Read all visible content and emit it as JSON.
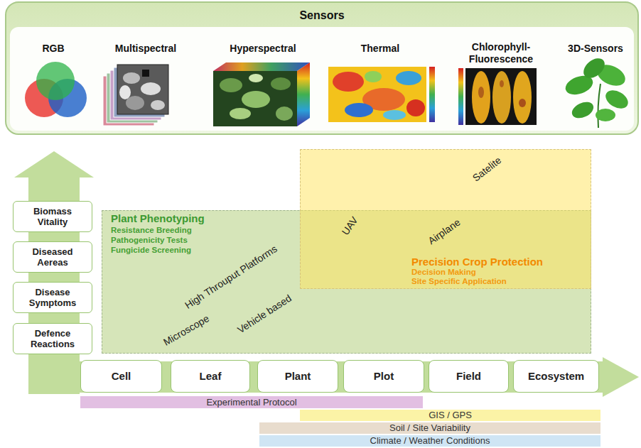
{
  "diagram": {
    "nodes": [
      {
        "text": [
          "Sensors"
        ]
      },
      {
        "text": [
          "Biomass Vitality"
        ]
      },
      {
        "text": [
          "Diseased Aereas"
        ]
      },
      {
        "text": [
          "Disease Symptoms"
        ]
      },
      {
        "text": [
          "Defence Reactions"
        ]
      },
      {
        "text": [
          "Plant Phenotyping",
          "Resistance Breeding",
          "Pathogenicity Tests",
          "Fungicide Screening"
        ]
      },
      {
        "text": [
          "Precision Crop Protection",
          "Decision Making",
          "Site Specific Application"
        ]
      },
      {
        "text": [
          "Cell"
        ]
      },
      {
        "text": [
          "Leaf"
        ]
      },
      {
        "text": [
          "Plant"
        ]
      },
      {
        "text": [
          "Plot"
        ]
      },
      {
        "text": [
          "Field"
        ]
      },
      {
        "text": [
          "Ecosystem"
        ]
      },
      {
        "text": [
          "Experimental Protocol"
        ]
      },
      {
        "text": [
          "GIS / GPS"
        ]
      },
      {
        "text": [
          "Soil / Site Variability"
        ]
      },
      {
        "text": [
          "Climate / Weather Conditions"
        ]
      }
    ],
    "labels": [
      "RGB",
      "Multispectral",
      "Hyperspectral",
      "Thermal",
      "Chlorophyll- Fluorescence",
      "3D-Sensors",
      "Microscope",
      "High Throuput Platforms",
      "Vehicle based",
      "UAV",
      "Airplane",
      "Satelite"
    ]
  }
}
